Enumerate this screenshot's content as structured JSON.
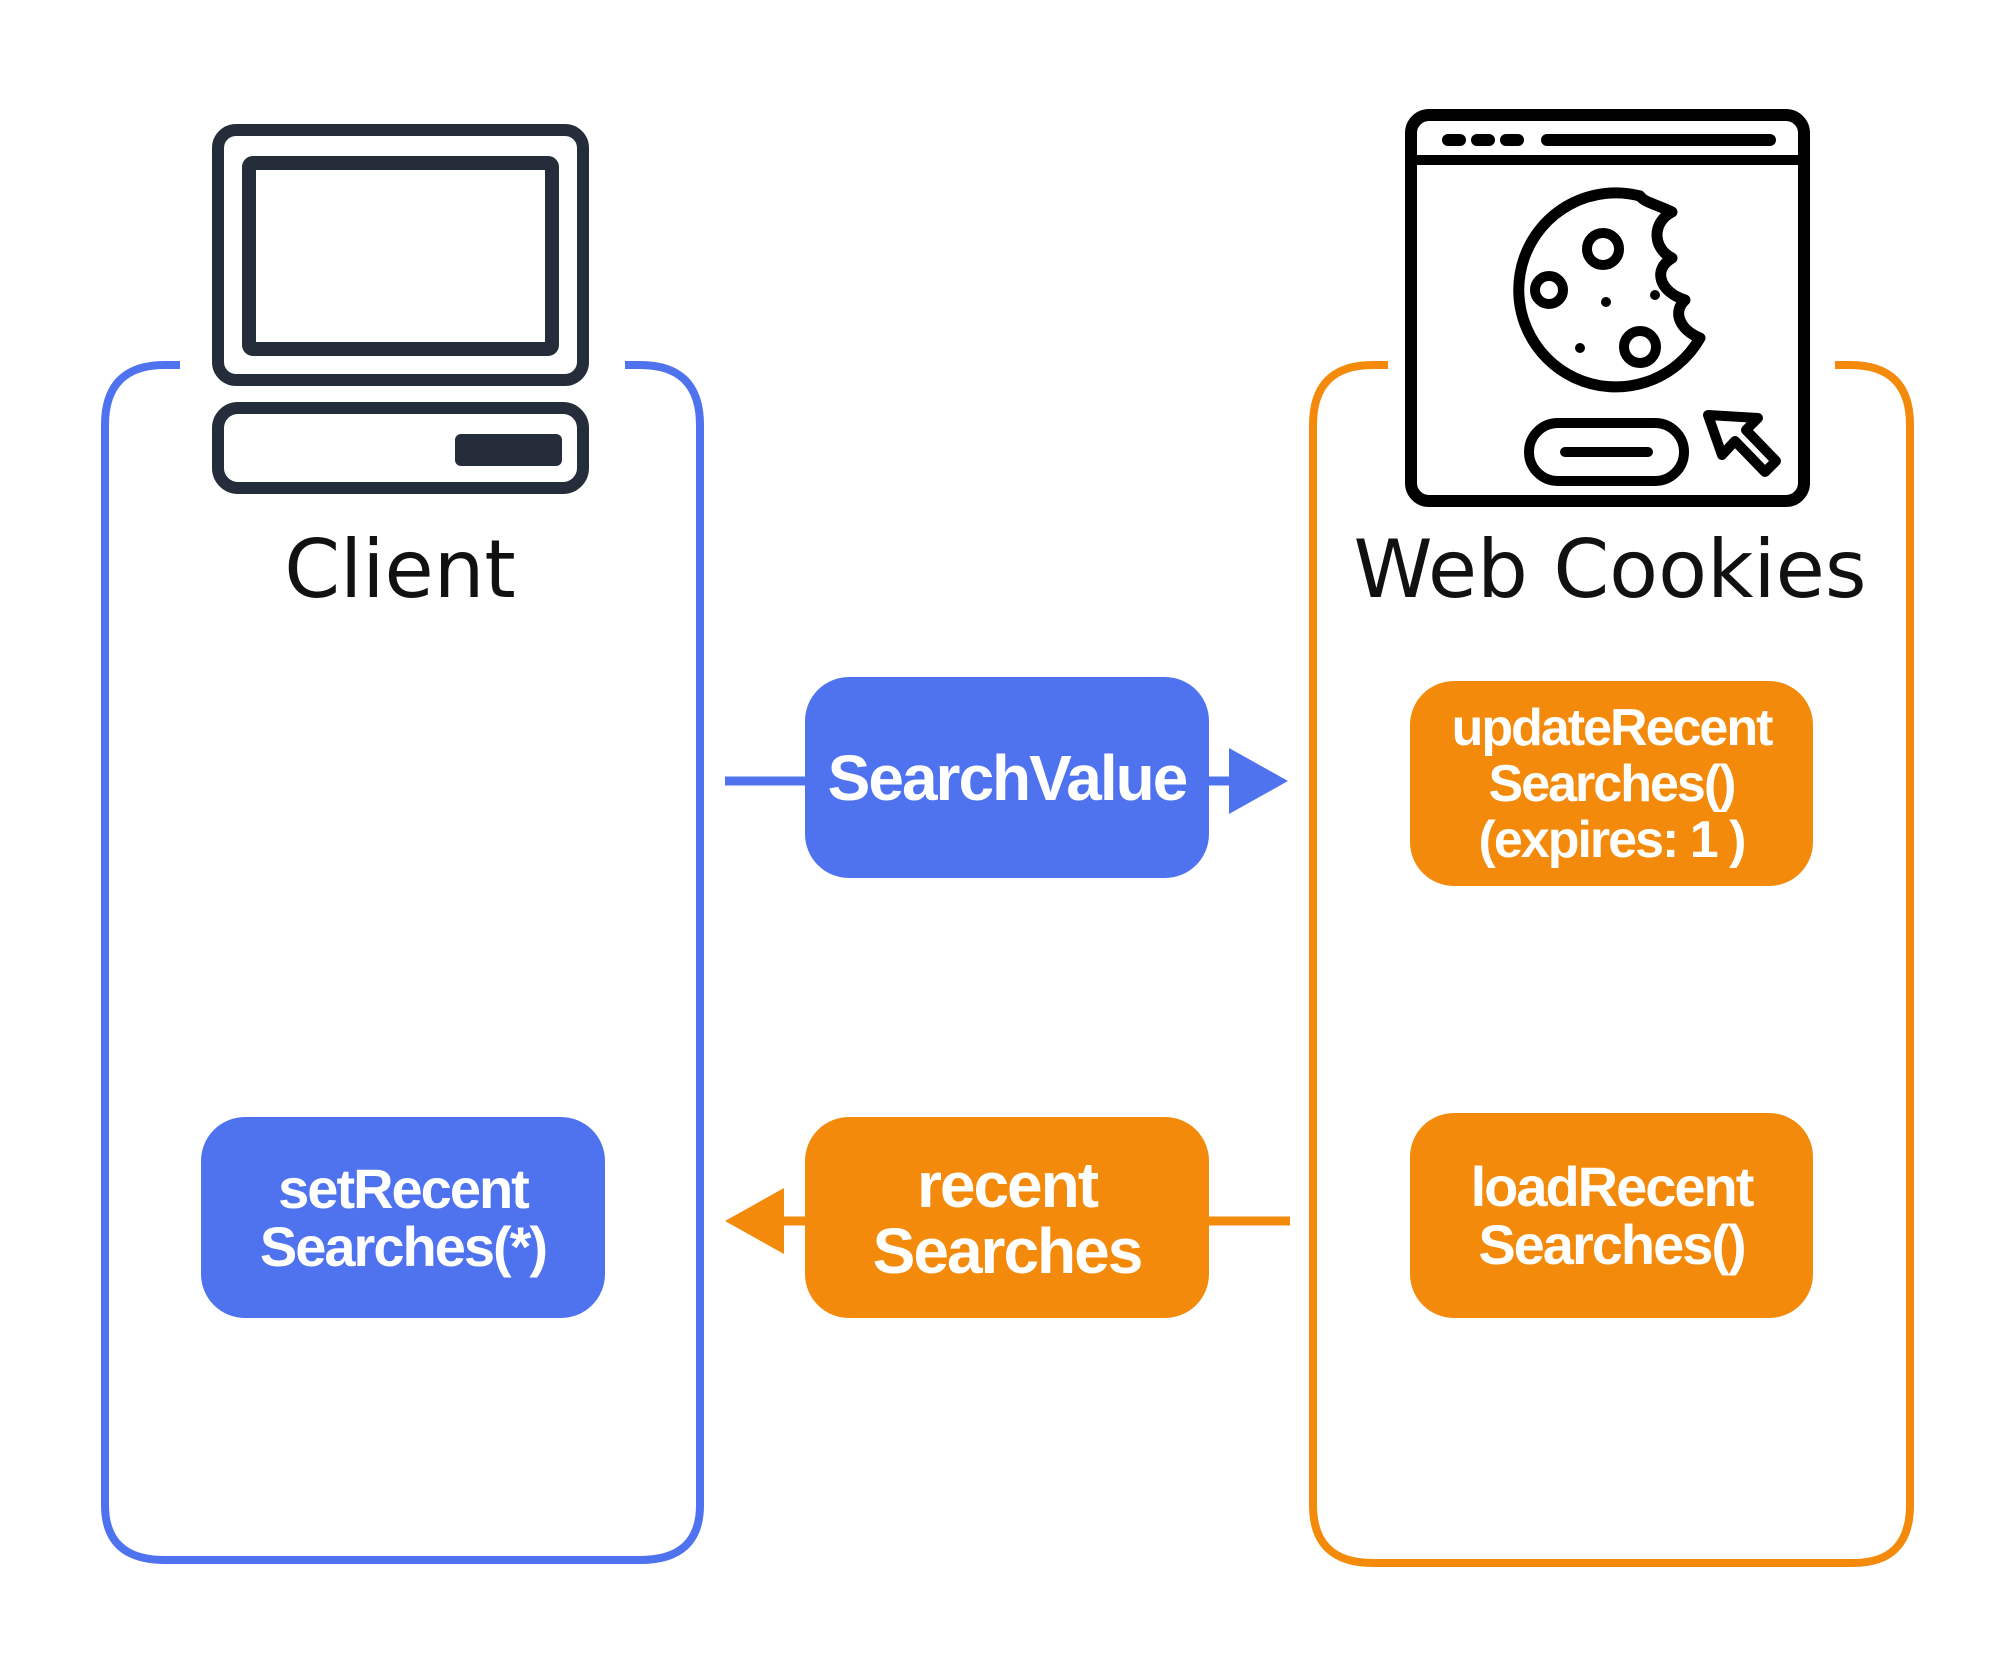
{
  "client": {
    "label": "Client",
    "accent": "#4f73ee",
    "icon": "desktop-computer-icon",
    "process_box": {
      "lines": [
        "setRecent",
        "Searches(*)"
      ]
    }
  },
  "web_cookies": {
    "label": "Web Cookies",
    "accent": "#f48a0b",
    "icon": "browser-cookie-icon",
    "update_box": {
      "lines": [
        "updateRecent",
        "Searches()",
        "(expires: 1 )"
      ]
    },
    "load_box": {
      "lines": [
        "loadRecent",
        "Searches()"
      ]
    }
  },
  "flows": {
    "request": {
      "label": "SearchValue",
      "direction": "client-to-cookies",
      "color": "#4f73ee"
    },
    "response": {
      "lines": [
        "recent",
        "Searches"
      ],
      "direction": "cookies-to-client",
      "color": "#f48a0b"
    }
  },
  "colors": {
    "blue": "#4f73ee",
    "orange": "#f48a0b",
    "icon_dark": "#252d3a",
    "text": "#111111"
  }
}
